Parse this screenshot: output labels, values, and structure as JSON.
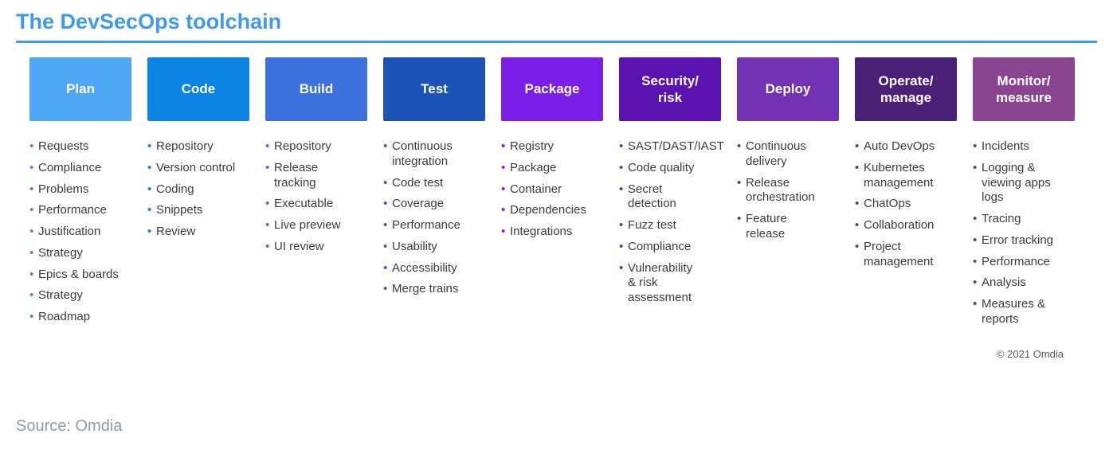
{
  "page": {
    "title": "The DevSecOps toolchain",
    "copyright": "© 2021 Omdia",
    "source": "Source: Omdia",
    "accent_color": "#3E9AEF",
    "item_text_color": "#3B3B3B"
  },
  "columns": [
    {
      "label": "Plan",
      "header_color": "#4DA7F2",
      "bullet_color": "#3F8FE8",
      "items": [
        "Requests",
        "Compliance",
        "Problems",
        "Performance",
        "Justification",
        "Strategy",
        "Epics & boards",
        "Strategy",
        "Roadmap"
      ]
    },
    {
      "label": "Code",
      "header_color": "#0C84E4",
      "bullet_color": "#0C84E4",
      "items": [
        "Repository",
        "Version control",
        "Coding",
        "Snippets",
        "Review"
      ]
    },
    {
      "label": "Build",
      "header_color": "#3B72DD",
      "bullet_color": "#3B72DD",
      "items": [
        "Repository",
        "Release tracking",
        "Executable",
        "Live preview",
        "UI review"
      ]
    },
    {
      "label": "Test",
      "header_color": "#1C53B6",
      "bullet_color": "#3F51D9",
      "items": [
        "Continuous integration",
        "Code test",
        "Coverage",
        "Performance",
        "Usability",
        "Accessibility",
        "Merge trains"
      ]
    },
    {
      "label": "Package",
      "header_color": "#7B1FE8",
      "bullet_color": "#7B1FE8",
      "items": [
        "Registry",
        "Package",
        "Container",
        "Dependencies",
        "Integrations"
      ]
    },
    {
      "label": "Security/\nrisk",
      "header_color": "#5A13B0",
      "bullet_color": "#7030A0",
      "items": [
        "SAST/DAST/IAST",
        "Code quality",
        "Secret detection",
        "Fuzz test",
        "Compliance",
        "Vulnerability & risk assessment"
      ]
    },
    {
      "label": "Deploy",
      "header_color": "#7133B3",
      "bullet_color": "#7030A0",
      "items": [
        "Continuous delivery",
        "Release orchestration",
        "Feature release"
      ]
    },
    {
      "label": "Operate/\nmanage",
      "header_color": "#4B2178",
      "bullet_color": "#7030A0",
      "items": [
        "Auto DevOps",
        "Kubernetes management",
        "ChatOps",
        "Collaboration",
        "Project management"
      ]
    },
    {
      "label": "Monitor/\nmeasure",
      "header_color": "#8A4590",
      "bullet_color": "#7030A0",
      "items": [
        "Incidents",
        "Logging & viewing apps logs",
        "Tracing",
        "Error tracking",
        "Performance",
        "Analysis",
        "Measures & reports"
      ]
    }
  ]
}
